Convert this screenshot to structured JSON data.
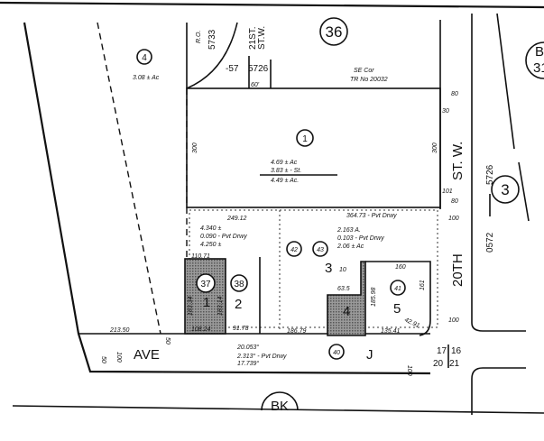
{
  "streets": {
    "ave_left": "AVE",
    "ave_right": "J",
    "twentieth_a": "20TH",
    "twentieth_b": "ST. W.",
    "twenty_first": "21ST.",
    "twenty_first_b": "ST.W."
  },
  "parcels": {
    "p36": "36",
    "p4": "4",
    "p3": "3",
    "p1": "1",
    "p37": "37",
    "p38": "38",
    "p40": "40",
    "p41": "41",
    "p42": "42",
    "p43": "43",
    "bk": "BK",
    "b31_top": "B",
    "b31_bottom": "31"
  },
  "lots": {
    "l1": "1",
    "l2": "2",
    "l3": "3",
    "l4": "4",
    "l5": "5",
    "l3_10": "10"
  },
  "labels": {
    "ro": "R.O.",
    "ro_num": "5733",
    "ro_572": "5726",
    "ro_57": "-57",
    "se_cor": "SE Cor",
    "tr_no": "TR No 20032",
    "area_1a": "4.69 ± Ac",
    "area_1b": "3.83 ± - St.",
    "area_1c": "4.49 ± Ac.",
    "area_4": "3.08 ± Ac",
    "ro_right_a": "5726",
    "ro_right_b": "0572",
    "sec_a": "17",
    "sec_b": "16",
    "sec_c": "20",
    "sec_d": "21",
    "ave_box_a": "20.053°",
    "ave_box_b": "2.313° - Pvt Drwy",
    "ave_box_c": "17.739°",
    "pvt_top": "2.163 A.",
    "pvt_mid": "0.103 - Pvt Drwy",
    "pvt_bot": "2.06 ± Ac",
    "pvt_left_a": "4.340 ±",
    "pvt_left_b": "0.090 - Pvt Drwy",
    "pvt_left_c": "4.250 ±"
  },
  "dims": {
    "d60": "60'",
    "d300a": "300",
    "d300b": "300",
    "d80a": "80",
    "d30": "30",
    "d101": "101",
    "d80b": "80",
    "d100a": "100",
    "d100b": "100",
    "d50a": "50",
    "d50b": "50",
    "d100c": "100",
    "d249": "249.12",
    "d364": "364.73 - Pvt Drwy",
    "d110": "110.71",
    "d108": "108.24",
    "d91": "91.78",
    "d186": "186.79",
    "d135": "135.41",
    "d160": "160",
    "d161": "161",
    "d185": "185.98",
    "d183a": "183.34",
    "d183b": "183.14",
    "d213": "213.50",
    "d100d": "100",
    "d42": "42.91",
    "d63": "63.5"
  },
  "colors": {
    "ink": "#111111",
    "shade": "#8a8a8a",
    "paper": "#ffffff"
  }
}
